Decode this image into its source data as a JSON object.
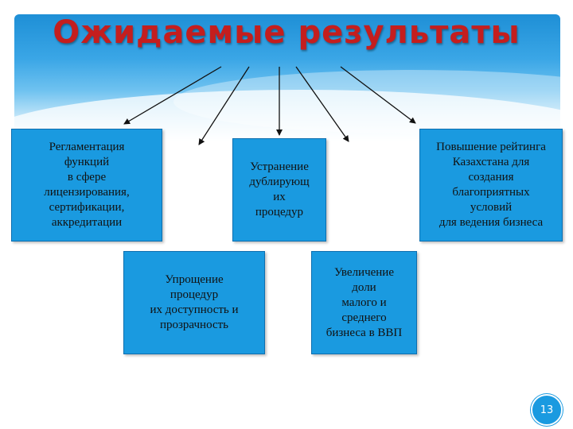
{
  "slide": {
    "title": "Ожидаемые результаты",
    "boxes": [
      {
        "text": "Регламентация\nфункций\nв сфере\nлицензирования,\nсертификации,\nаккредитации"
      },
      {
        "text": "Устранение\nдублирующ\nих\nпроцедур"
      },
      {
        "text": "Повышение рейтинга\nКазахстана для\nсоздания\nблагоприятных\nусловий\nдля ведения бизнеса"
      },
      {
        "text": "Упрощение\nпроцедур\nих доступность и\nпрозрачность"
      },
      {
        "text": "Увеличение\nдоли\nмалого и\nсреднего\nбизнеса в ВВП"
      }
    ],
    "page_number": "13"
  },
  "colors": {
    "title": "#c41e1e",
    "box_fill": "#1a9ae0",
    "header_blue": "#1e8fd6"
  }
}
